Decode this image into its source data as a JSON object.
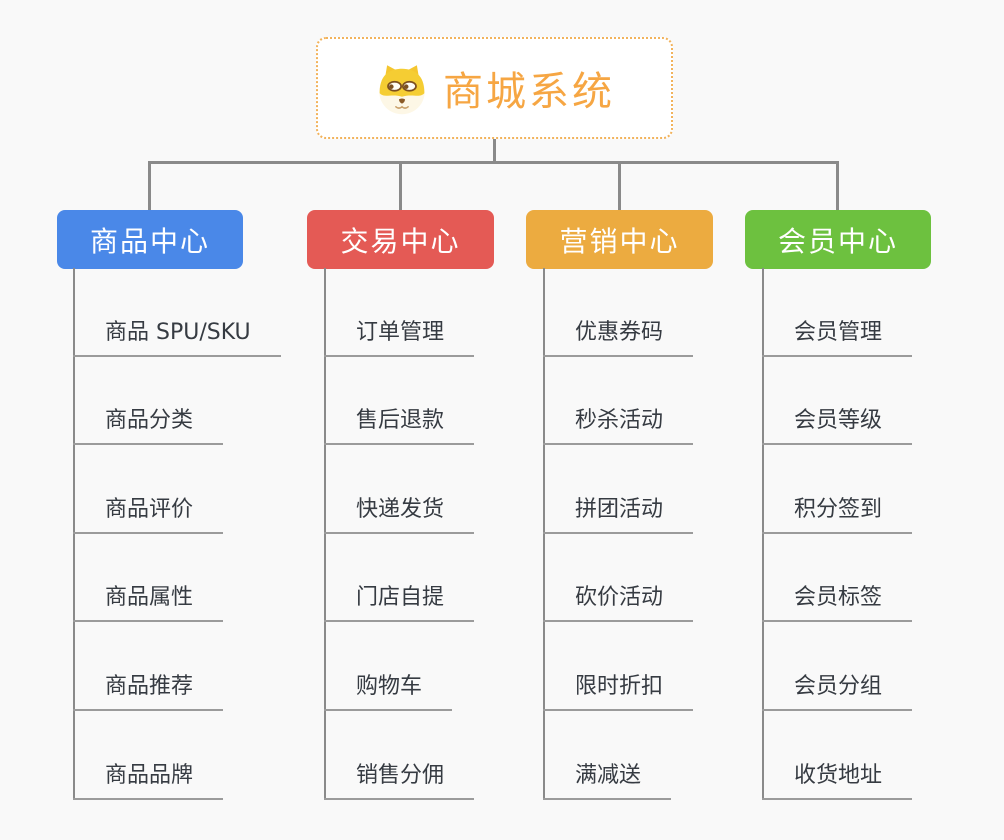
{
  "root": {
    "title": "商城系统",
    "icon": "dog-face-icon"
  },
  "colors": {
    "background": "#f9f9f9",
    "root_accent": "#f6a643",
    "root_border": "#f2b35c",
    "connector": "#8a8a8a",
    "item_text": "#363b42",
    "item_underline": "#9b9b9b"
  },
  "branches": [
    {
      "label": "商品中心",
      "color": "#4a88e8",
      "items": [
        "商品 SPU/SKU",
        "商品分类",
        "商品评价",
        "商品属性",
        "商品推荐",
        "商品品牌"
      ]
    },
    {
      "label": "交易中心",
      "color": "#e45a55",
      "items": [
        "订单管理",
        "售后退款",
        "快递发货",
        "门店自提",
        "购物车",
        "销售分佣"
      ]
    },
    {
      "label": "营销中心",
      "color": "#ecab40",
      "items": [
        "优惠券码",
        "秒杀活动",
        "拼团活动",
        "砍价活动",
        "限时折扣",
        "满减送"
      ]
    },
    {
      "label": "会员中心",
      "color": "#6dc13f",
      "items": [
        "会员管理",
        "会员等级",
        "积分签到",
        "会员标签",
        "会员分组",
        "收货地址"
      ]
    }
  ]
}
